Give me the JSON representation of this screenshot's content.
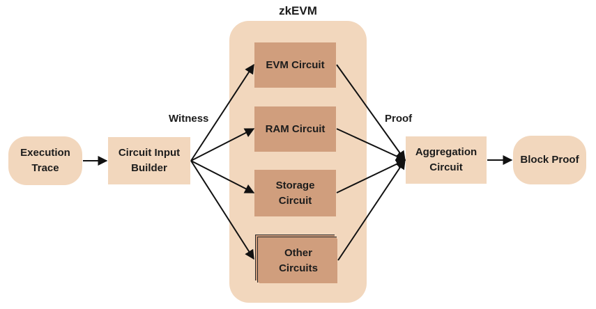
{
  "colors": {
    "light_fill": "#f2d7bd",
    "circuit_fill": "#d09e7d",
    "text": "#1c1c1c",
    "arrow": "#111111"
  },
  "container": {
    "title": "zkEVM"
  },
  "nodes": {
    "execution_trace": {
      "line1": "Execution",
      "line2": "Trace"
    },
    "circuit_input_builder": {
      "line1": "Circuit Input",
      "line2": "Builder"
    },
    "evm_circuit": {
      "line1": "EVM Circuit"
    },
    "ram_circuit": {
      "line1": "RAM Circuit"
    },
    "storage_circuit": {
      "line1": "Storage",
      "line2": "Circuit"
    },
    "other_circuits": {
      "line1": "Other",
      "line2": "Circuits"
    },
    "aggregation_circuit": {
      "line1": "Aggregation",
      "line2": "Circuit"
    },
    "block_proof": {
      "line1": "Block Proof"
    }
  },
  "edge_labels": {
    "witness": "Witness",
    "proof": "Proof"
  }
}
